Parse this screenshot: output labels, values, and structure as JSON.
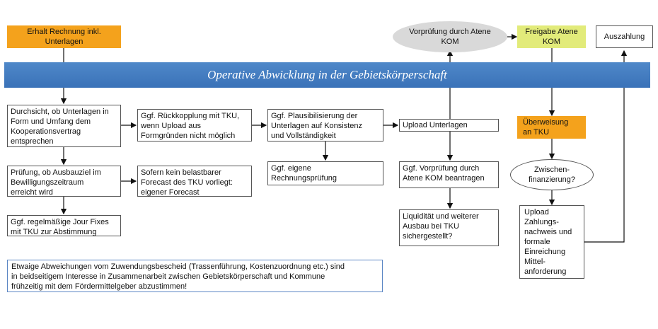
{
  "banner": "Operative Abwicklung in der Gebietskörperschaft",
  "boxes": {
    "erhalt": "Erhalt Rechnung inkl.\nUnterlagen",
    "vorpruefung_ellipse": "Vorprüfung durch Atene\nKOM",
    "freigabe": "Freigabe Atene\nKOM",
    "auszahlung": "Auszahlung",
    "durchsicht": "Durchsicht, ob Unterlagen in\nForm und Umfang dem\nKooperationsvertrag\nentsprechen",
    "rueckkopplung": "Ggf. Rückkopplung mit TKU,\nwenn Upload aus\nFormgründen nicht möglich",
    "plausibilisierung": "Ggf. Plausibilisierung der\nUnterlagen auf Konsistenz\nund Vollständigkeit",
    "upload_unterlagen": "Upload Unterlagen",
    "ueberweisung": "Überweisung\nan TKU",
    "pruefung": "Prüfung, ob Ausbauziel im\nBewilligungszeitraum\nerreicht wird",
    "forecast": "Sofern kein belastbarer\nForecast des TKU vorliegt:\neigener Forecast",
    "rechnungspruefung": "Ggf. eigene\nRechnungsprüfung",
    "vorpruefung_beantragen": "Ggf. Vorprüfung durch\nAtene KOM beantragen",
    "zwischenfinanzierung": "Zwischen-\nfinanzierung?",
    "jourfixes": "Ggf. regelmäßige Jour Fixes\nmit TKU zur Abstimmung",
    "liquiditaet": "Liquidität und weiterer\nAusbau bei TKU\nsichergestellt?",
    "upload_zahlungsnachweis": "Upload\nZahlungs-\nnachweis und\nformale\nEinreichung\nMittel-\nanforderung",
    "abweichungen": "Etwaige Abweichungen vom Zuwendungsbescheid (Trassenführung, Kostenzuordnung etc.) sind\nin beidseitigem Interesse in Zusammenarbeit zwischen Gebietskörperschaft und Kommune\nfrühzeitig mit dem Fördermittelgeber abzustimmen!"
  },
  "colors": {
    "orange": "#f4a21c",
    "yellow": "#e2eb7a",
    "banner_blue": "#3f7abf",
    "ellipse_grey": "#d9d9d9"
  }
}
